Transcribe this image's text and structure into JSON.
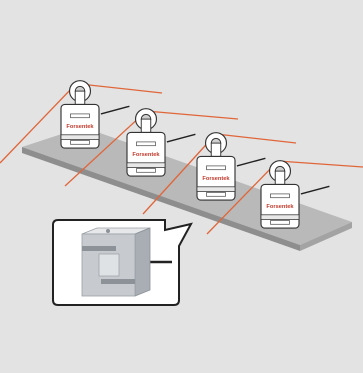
{
  "figure": {
    "brand_text": "Forsentek",
    "cell_count": 4,
    "colors": {
      "background": "#e3e3e3",
      "platform_top": "#b8b8b8",
      "platform_side": "#8f8f8f",
      "cable": "#e0663a",
      "cell_body": "#ffffff",
      "outline": "#333333",
      "callout_bg": "#ffffff",
      "zoom_cell": "#c9ccd0"
    },
    "icons": [
      "pulley-icon",
      "s-type-load-cell-icon",
      "cable-line"
    ]
  }
}
